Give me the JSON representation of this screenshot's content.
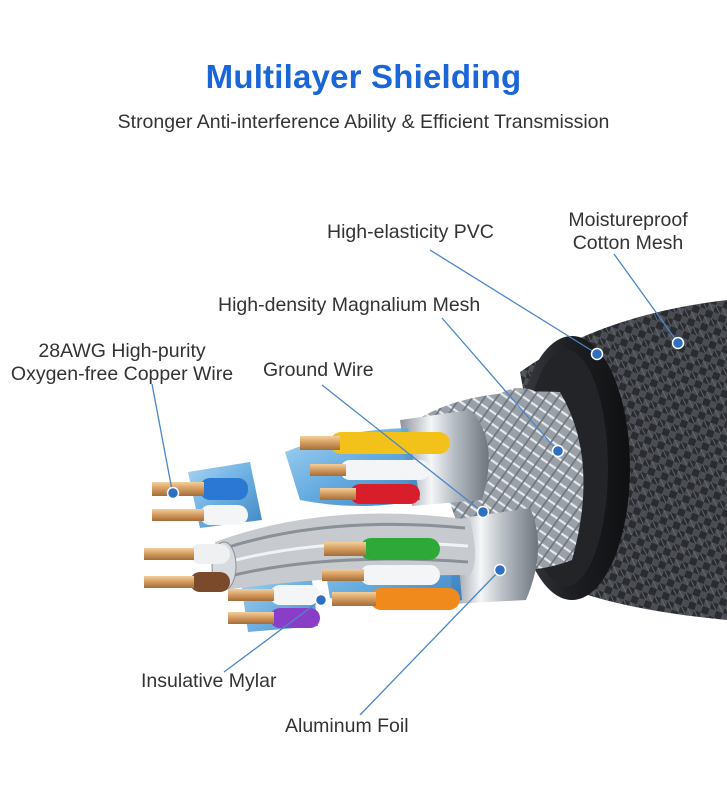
{
  "header": {
    "title": "Multilayer Shielding",
    "subtitle": "Stronger Anti-interference Ability & Efficient Transmission",
    "title_color": "#1a66d6"
  },
  "callouts": {
    "pvc": "High-elasticity PVC",
    "cotton_line1": "Moistureproof",
    "cotton_line2": "Cotton Mesh",
    "magnalium": "High-density Magnalium Mesh",
    "copper_line1": "28AWG High-purity",
    "copper_line2": "Oxygen-free Copper Wire",
    "ground": "Ground Wire",
    "mylar": "Insulative Mylar",
    "foil": "Aluminum Foil"
  },
  "colors": {
    "accent_line": "#4a86c8",
    "marker": "#2f6fc0",
    "jacket": "#2b2d31",
    "braid": "#b8bcc2",
    "copper": "#d9a56a",
    "wire_blue": "#2a78d4",
    "wire_yellow": "#f2c21b",
    "wire_red": "#d81e2a",
    "wire_green": "#2fa83a",
    "wire_orange": "#f08a1c",
    "wire_purple": "#8a3ec8",
    "wire_brown": "#7a4a2a"
  }
}
